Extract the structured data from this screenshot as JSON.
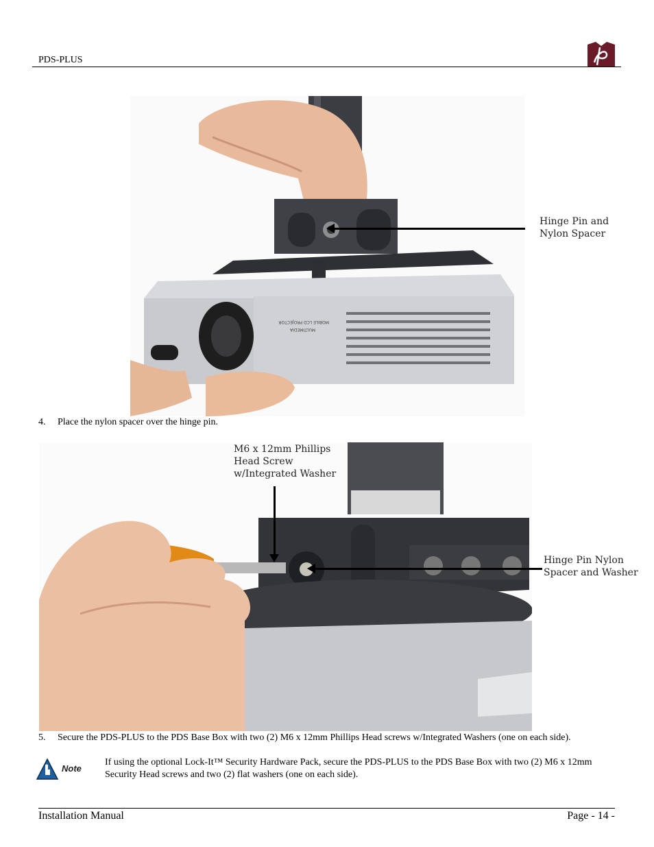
{
  "header": {
    "title": "PDS-PLUS"
  },
  "figure1": {
    "callout": [
      "Hinge Pin and",
      "Nylon Spacer"
    ],
    "projector_brand": [
      "MULTIMEDIA",
      "MOBILE LCD PROJECTOR"
    ]
  },
  "step4": {
    "number": "4.",
    "text": "Place the nylon spacer over the hinge pin."
  },
  "figure2": {
    "screw_callout": [
      "M6 x 12mm Phillips",
      "Head Screw",
      "w/Integrated Washer"
    ],
    "hinge_callout": [
      "Hinge Pin Nylon",
      "Spacer and Washer"
    ]
  },
  "step5": {
    "number": "5.",
    "text": "Secure the PDS-PLUS to the PDS Base Box with two (2) M6 x 12mm Phillips Head screws w/Integrated Washers (one on each side)."
  },
  "note": {
    "label": "Note",
    "text": "If using the optional Lock-It™ Security Hardware Pack, secure the PDS-PLUS to the PDS Base Box with two (2) M6 x 12mm Security Head screws and two (2) flat washers (one on each side)."
  },
  "footer": {
    "left": "Installation Manual",
    "right": "Page - 14 -"
  },
  "colors": {
    "logo": "#6b1a2a",
    "note_icon": "#1f5fa0",
    "metal_dark": "#3b3d42",
    "projector_body": "#d7d9dc"
  }
}
